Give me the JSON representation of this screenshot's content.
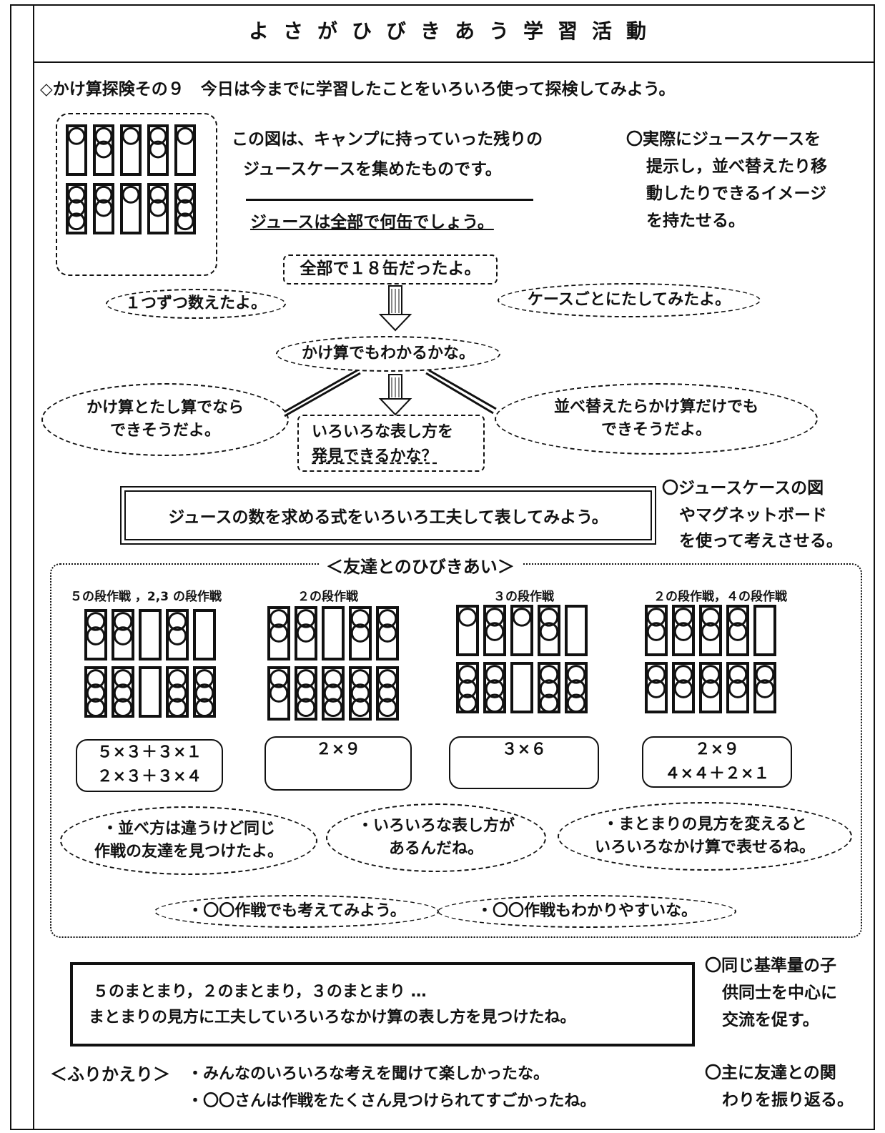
{
  "title": "よさがひびきあう学習活動",
  "intro": "◇かけ算探険その９　今日は今までに学習したことをいろいろ使って探検してみよう。",
  "problem": {
    "line1": "この図は、キャンプに持っていった残りの",
    "line2": "ジュースケースを集めたものです。",
    "question": "ジュースは全部で何缶でしょう。"
  },
  "note1": [
    "〇実際にジュースケースを",
    "提示し，並べ替えたり移",
    "動したりできるイメージ",
    "を持たせる。"
  ],
  "answer_box": "全部で１８缶だったよ。",
  "bubble_count": "１つずつ数えたよ。",
  "bubble_add": "ケースごとにたしてみたよ。",
  "bubble_mult": "かけ算でもわかるかな。",
  "bubble_left": [
    "かけ算とたし算でなら",
    "できそうだよ。"
  ],
  "bubble_right": [
    "並べ替えたらかけ算だけでも",
    "できそうだよ。"
  ],
  "discover": [
    "いろいろな表し方を",
    "発見できるかな？"
  ],
  "task": "ジュースの数を求める式をいろいろ工夫して表してみよう。",
  "note2": [
    "〇ジュースケースの図",
    "やマグネットボード",
    "を使って考えさせる。"
  ],
  "section_title": "＜友達とのひびきあい＞",
  "strategies": [
    {
      "label": "５の段作戦 ，2,3 の段作戦",
      "formulas": [
        "５×３＋３×１",
        "２×３＋３×４"
      ]
    },
    {
      "label": "２の段作戦",
      "formulas": [
        "２×９"
      ]
    },
    {
      "label": "３の段作戦",
      "formulas": [
        "３×６"
      ]
    },
    {
      "label": "２の段作戦，４の段作戦",
      "formulas": [
        "２×９",
        "４×４＋２×１"
      ]
    }
  ],
  "comments": [
    [
      "・並べ方は違うけど同じ",
      "作戦の友達を見つけたよ。"
    ],
    [
      "・いろいろな表し方が",
      "あるんだね。"
    ],
    [
      "・まとまりの見方を変えると",
      "いろいろなかけ算で表せるね。"
    ]
  ],
  "comments2": [
    "・〇〇作戦でも考えてみよう。",
    "・〇〇作戦もわかりやすいな。"
  ],
  "summary": [
    "５のまとまり，２のまとまり，３のまとまり …",
    "まとまりの見方に工夫していろいろなかけ算の表し方を見つけたね。"
  ],
  "note3": [
    "〇同じ基準量の子",
    "供同士を中心に",
    "交流を促す。"
  ],
  "reflection": {
    "label": "＜ふりかえり＞",
    "line1": "・みんなのいろいろな考えを聞けて楽しかったな。",
    "line2": "・〇〇さんは作戦をたくさん見つけられてすごかったね。"
  },
  "note4": [
    "〇主に友達との関",
    "わりを振り返る。"
  ]
}
